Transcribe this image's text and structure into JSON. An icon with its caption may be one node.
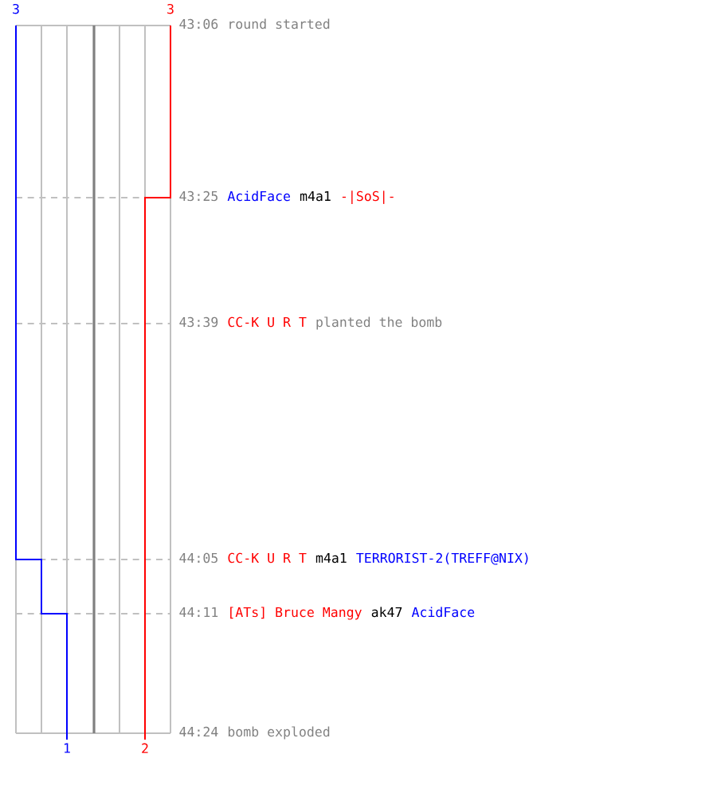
{
  "diagram": {
    "labels": [
      "3",
      "3",
      "43:06",
      "round started",
      "43:25",
      "AcidFace",
      "m4a1",
      "-|SoS|-",
      "43:39",
      "CC-K U R T",
      "planted the bomb",
      "44:05",
      "CC-K U R T",
      "m4a1",
      "TERRORIST-2(TREFF@NIX)",
      "44:11",
      "[ATs] Bruce Mangy",
      "ak47",
      "AcidFace",
      "44:24",
      "bomb exploded",
      "1",
      "2"
    ]
  }
}
